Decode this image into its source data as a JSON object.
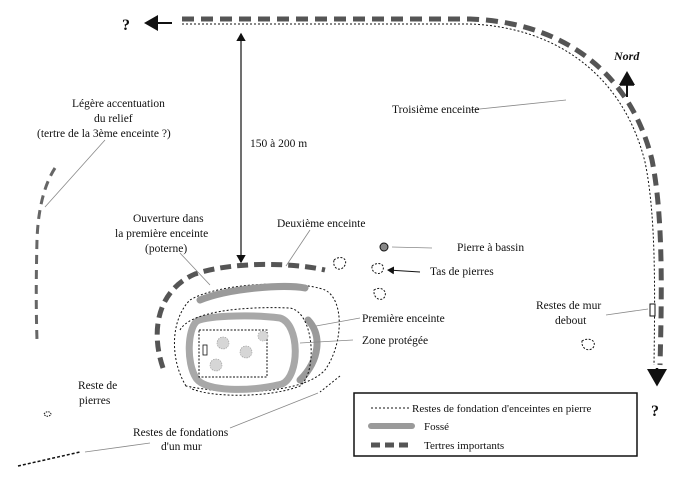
{
  "labels": {
    "question_top": "?",
    "question_bottom": "?",
    "north": "Nord",
    "relief": [
      "Légère accentuation",
      "du relief",
      "(tertre de la 3ème enceinte ?)"
    ],
    "distance": "150 à 200 m",
    "troisieme": "Troisième enceinte",
    "ouverture": [
      "Ouverture dans",
      "la première enceinte",
      "(poterne)"
    ],
    "deuxieme": "Deuxième enceinte",
    "pierre_bassin": "Pierre à bassin",
    "tas_pierres": "Tas de pierres",
    "restes_mur_debout": [
      "Restes de mur",
      "debout"
    ],
    "premiere": "Première enceinte",
    "zone": "Zone protégée",
    "reste_pierres": [
      "Reste de",
      "pierres"
    ],
    "fondations": [
      "Restes de fondations",
      "d'un mur"
    ]
  },
  "legend": {
    "items": [
      {
        "label": "Restes de fondation d'enceintes en pierre",
        "style": "dotted"
      },
      {
        "label": "Fossé",
        "style": "grey-band"
      },
      {
        "label": "Tertres importants",
        "style": "dashed"
      }
    ]
  },
  "colors": {
    "ink": "#222222",
    "fosse": "#9a9a9a",
    "stone": "#777777"
  }
}
